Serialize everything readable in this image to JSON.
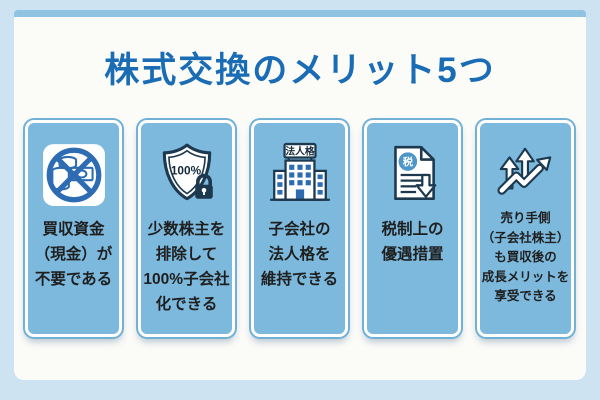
{
  "title": "株式交換のメリット5つ",
  "colors": {
    "background": "#cde3f1",
    "panel": "#fbfbf8",
    "accent_bar": "#8ec3e2",
    "title_text": "#1a6db5",
    "card_fill": "#7cb9dd",
    "card_ring": "#72b1d6",
    "icon_navy": "#1d3950",
    "icon_blue": "#2d6cb2",
    "tax_badge_blue": "#4e96c9",
    "card_text": "#1f1f1f"
  },
  "cards": [
    {
      "id": "no-cash",
      "icon": "no-cash-icon",
      "lines": [
        "買収資金",
        "（現金）が",
        "不要である"
      ]
    },
    {
      "id": "full-subsidiary",
      "icon": "shield-100-lock-icon",
      "icon_text": "100%",
      "lines": [
        "少数株主を",
        "排除して",
        "100%子会社",
        "化できる"
      ]
    },
    {
      "id": "corporate-status",
      "icon": "company-building-icon",
      "icon_text": "法人格",
      "lines": [
        "子会社の",
        "法人格を",
        "維持できる"
      ]
    },
    {
      "id": "tax-benefit",
      "icon": "tax-document-icon",
      "icon_text": "税",
      "lines": [
        "税制上の",
        "優遇措置"
      ]
    },
    {
      "id": "seller-growth",
      "icon": "growth-arrows-icon",
      "lines": [
        "売り手側",
        "（子会社株主）",
        "も買収後の",
        "成長メリットを",
        "享受できる"
      ]
    }
  ]
}
